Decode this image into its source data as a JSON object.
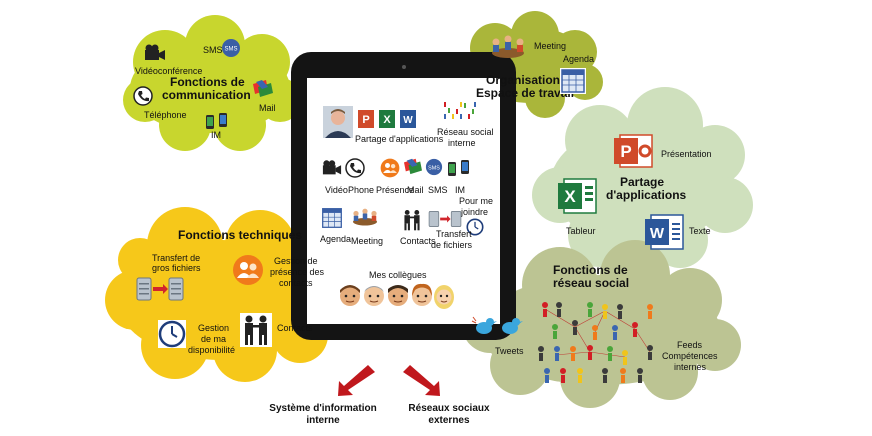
{
  "clouds": {
    "communication": {
      "title_line1": "Fonctions de",
      "title_line2": "communication",
      "videoconference": "Vidéoconférence",
      "sms": "SMS",
      "telephone": "Téléphone",
      "mail": "Mail",
      "im": "IM",
      "color": "#c8d62e"
    },
    "techniques": {
      "title": "Fonctions techniques",
      "transfert_line1": "Transfert de",
      "transfert_line2": "gros fichiers",
      "presence_line1": "Gestion de",
      "presence_line2": "présence des",
      "presence_line3": "contacts",
      "dispo_line1": "Gestion",
      "dispo_line2": "de ma",
      "dispo_line3": "disponibilité",
      "contacts": "Contacts",
      "color": "#f6c81a"
    },
    "organisation": {
      "meeting": "Meeting",
      "agenda": "Agenda",
      "title_line1": "Organisation",
      "title_line2": "Espace de travail",
      "color": "#aab63a"
    },
    "partage": {
      "presentation": "Présentation",
      "title_line1": "Partage",
      "title_line2": "d'applications",
      "tableur": "Tableur",
      "texte": "Texte",
      "color": "#cfe0bd"
    },
    "reseau": {
      "title_line1": "Fonctions de",
      "title_line2": "réseau social",
      "tweets": "Tweets",
      "feeds_line1": "Feeds",
      "feeds_line2": "Compétences",
      "feeds_line3": "internes",
      "color": "#bcc493"
    }
  },
  "tablet": {
    "partage": "Partage d'applications",
    "reseau_line1": "Réseau social",
    "reseau_line2": "interne",
    "video": "Vidéo",
    "phone": "Phone",
    "presence": "Présence",
    "mail": "Mail",
    "sms": "SMS",
    "im": "IM",
    "agenda": "Agenda",
    "meeting": "Meeting",
    "contacts": "Contacts",
    "transfert_line1": "Transfert",
    "transfert_line2": "de fichiers",
    "joindre_line1": "Pour me",
    "joindre_line2": "joindre",
    "collegues": "Mes collègues"
  },
  "bottom": {
    "si_line1": "Système d'information",
    "si_line2": "interne",
    "rs_line1": "Réseaux sociaux",
    "rs_line2": "externes",
    "arrow_color": "#c0181d"
  }
}
